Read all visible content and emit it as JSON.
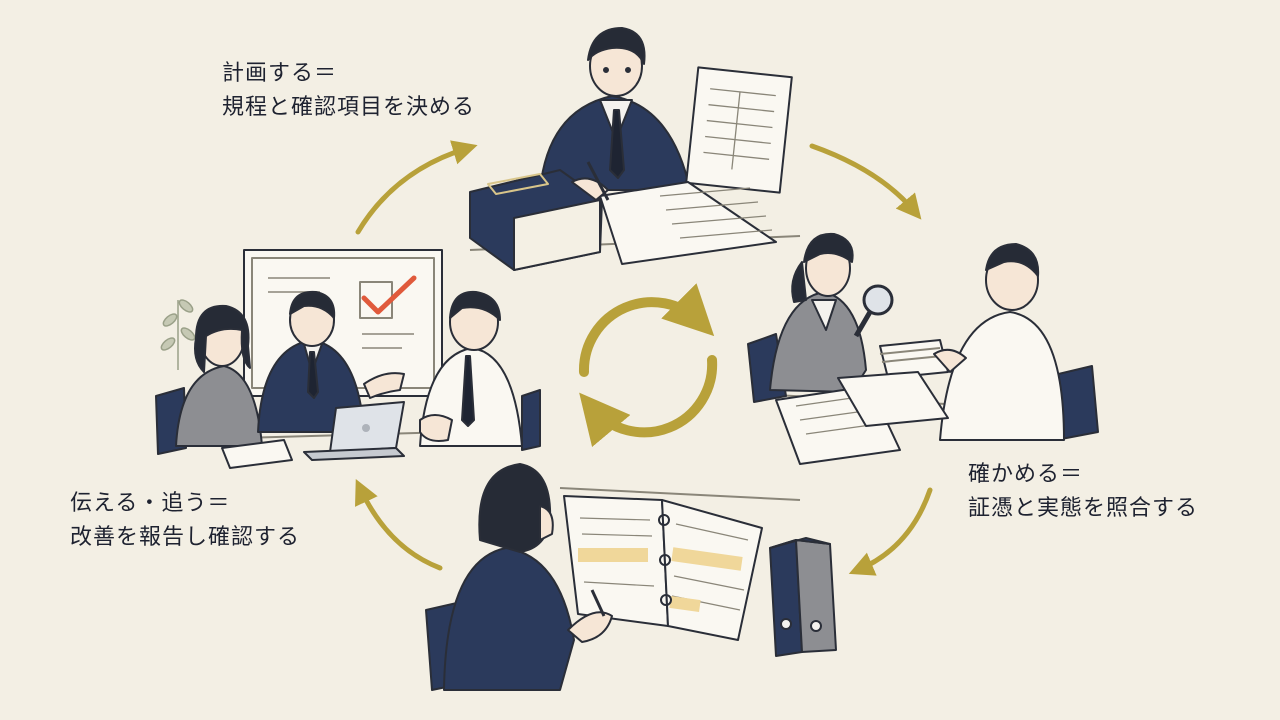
{
  "steps": {
    "plan": {
      "line1": "計画する＝",
      "line2": "規程と確認項目を決める"
    },
    "check": {
      "line1": "確かめる＝",
      "line2": "証憑と実態を照合する"
    },
    "act": {
      "line1": "伝える・追う＝",
      "line2": "改善を報告し確認する"
    }
  },
  "colors": {
    "background": "#f3efe4",
    "arrow": "#b8a13a",
    "navy": "#2b3a5c",
    "outline": "#2a2e38",
    "highlight": "#f0d79a",
    "check_mark": "#e05a3c"
  },
  "icons": [
    "cycle-arrows-icon",
    "magnifying-glass-icon",
    "check-mark-icon",
    "laptop-icon",
    "binder-icon"
  ]
}
